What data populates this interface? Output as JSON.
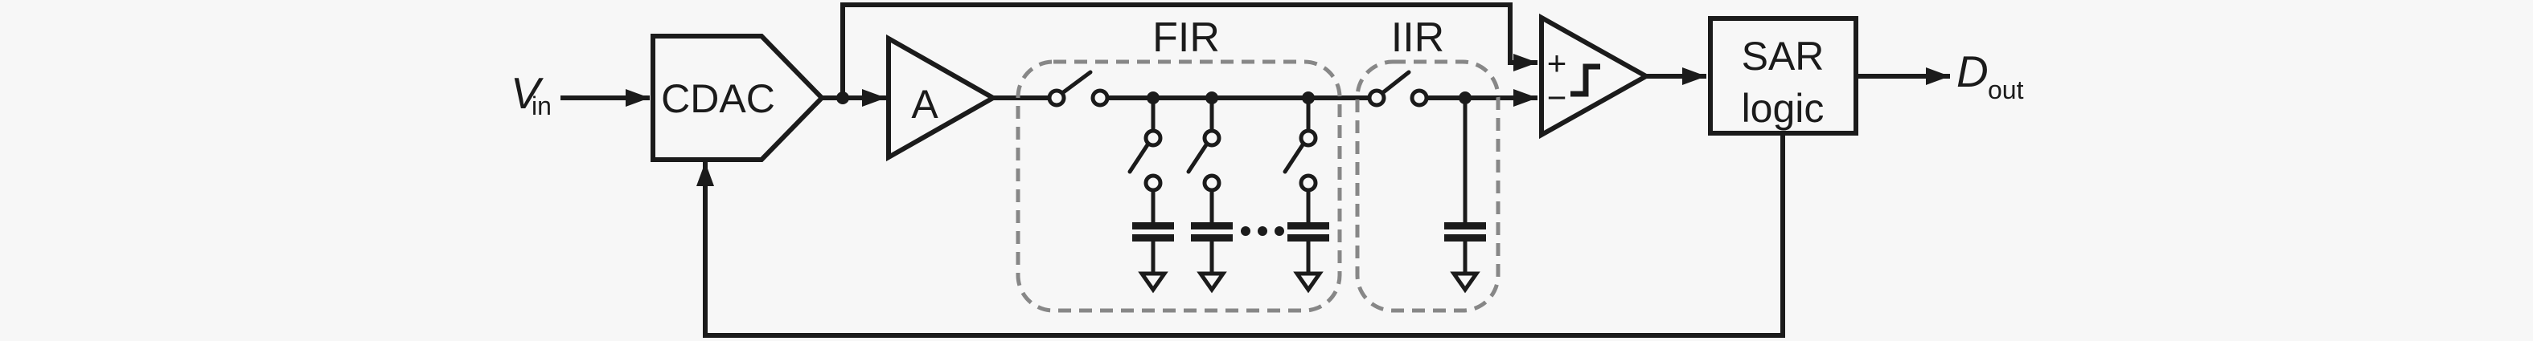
{
  "colors": {
    "background": "#f7f7f7",
    "line": "#1b1b1b",
    "dashed_box": "#878787"
  },
  "labels": {
    "input": "V",
    "input_sub": "in",
    "cdac": "CDAC",
    "amplifier": "A",
    "fir": "FIR",
    "iir": "IIR",
    "comp_plus": "+",
    "comp_minus": "−",
    "sar_line1": "SAR",
    "sar_line2": "logic",
    "output": "D",
    "output_sub": "out"
  },
  "icons": {
    "series_switch": "open-switch",
    "tap_switch": "open-switch",
    "capacitor": "capacitor-to-ground",
    "ground": "ground-arrow",
    "comparator_symbol": "step-function",
    "repetition": "ellipsis-dots",
    "arrowheads": "filled-arrow"
  }
}
